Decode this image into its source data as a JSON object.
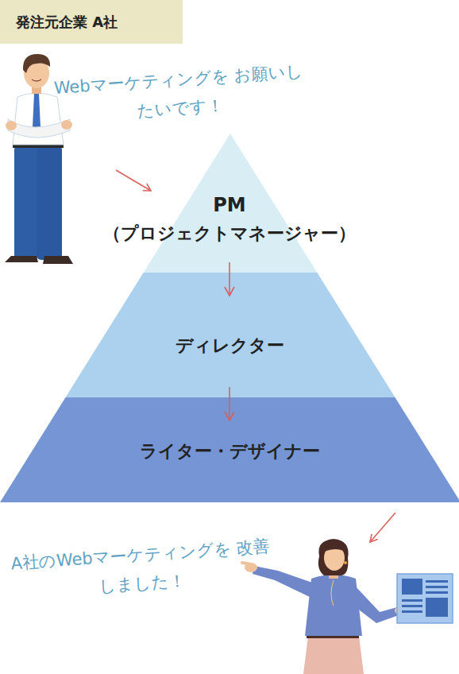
{
  "diagram": {
    "nodes": [
      {
        "text": [
          "発注元企業 A社"
        ]
      },
      {
        "text": [
          "PM",
          "（プロジェクトマネージャー）"
        ]
      },
      {
        "text": [
          "ディレクター"
        ]
      },
      {
        "text": [
          "ライター・デザイナー"
        ]
      }
    ],
    "edges": [
      {
        "from": 1,
        "to": 2,
        "arrow": "to"
      },
      {
        "from": 2,
        "to": 3,
        "arrow": "to"
      }
    ],
    "labels": [
      "Webマーケティングを お願いしたいです！",
      "A社のWebマーケティングを 改善しました！"
    ]
  }
}
